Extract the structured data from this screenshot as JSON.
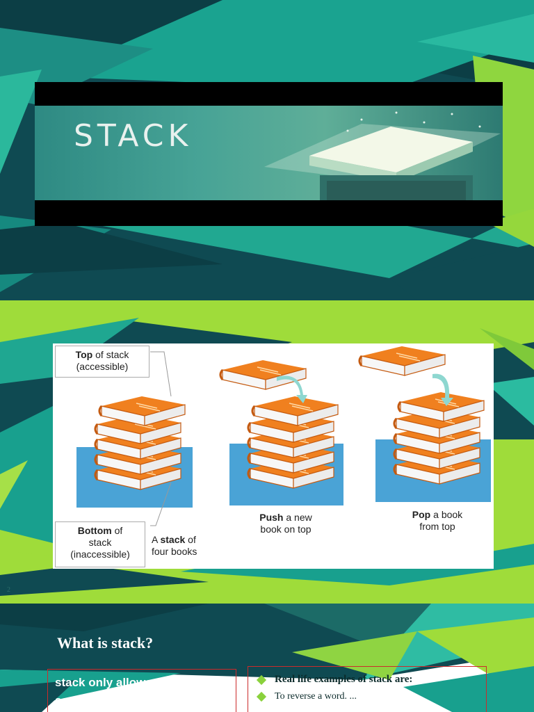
{
  "slide1": {
    "banner_title": "STACK"
  },
  "slide2": {
    "labels": {
      "top_strong": "Top",
      "top_rest": " of stack",
      "top_line2": "(accessible)",
      "bottom_strong": "Bottom",
      "bottom_rest": " of",
      "bottom_line2": "stack",
      "bottom_line3": "(inaccessible)",
      "four_pre": "A ",
      "four_strong": "stack",
      "four_rest": " of",
      "four_line2": "four books",
      "push_strong": "Push",
      "push_rest": " a new",
      "push_line2": "book on top",
      "pop_strong": "Pop",
      "pop_rest": " a book",
      "pop_line2": "from top"
    },
    "slide_number": "2"
  },
  "slide3": {
    "title": "What is stack?",
    "left_text": "stack only allows you to access its elements at one",
    "bullets": [
      "Real life examples of stack are:",
      "To reverse a word. ..."
    ]
  },
  "colors": {
    "dark_teal": "#0f4a52",
    "teal": "#18a08e",
    "lime": "#9fdc3a",
    "book_orange": "#f07c1e",
    "stack_blue": "#4aa3d6",
    "border_red": "#cc2b2b"
  }
}
